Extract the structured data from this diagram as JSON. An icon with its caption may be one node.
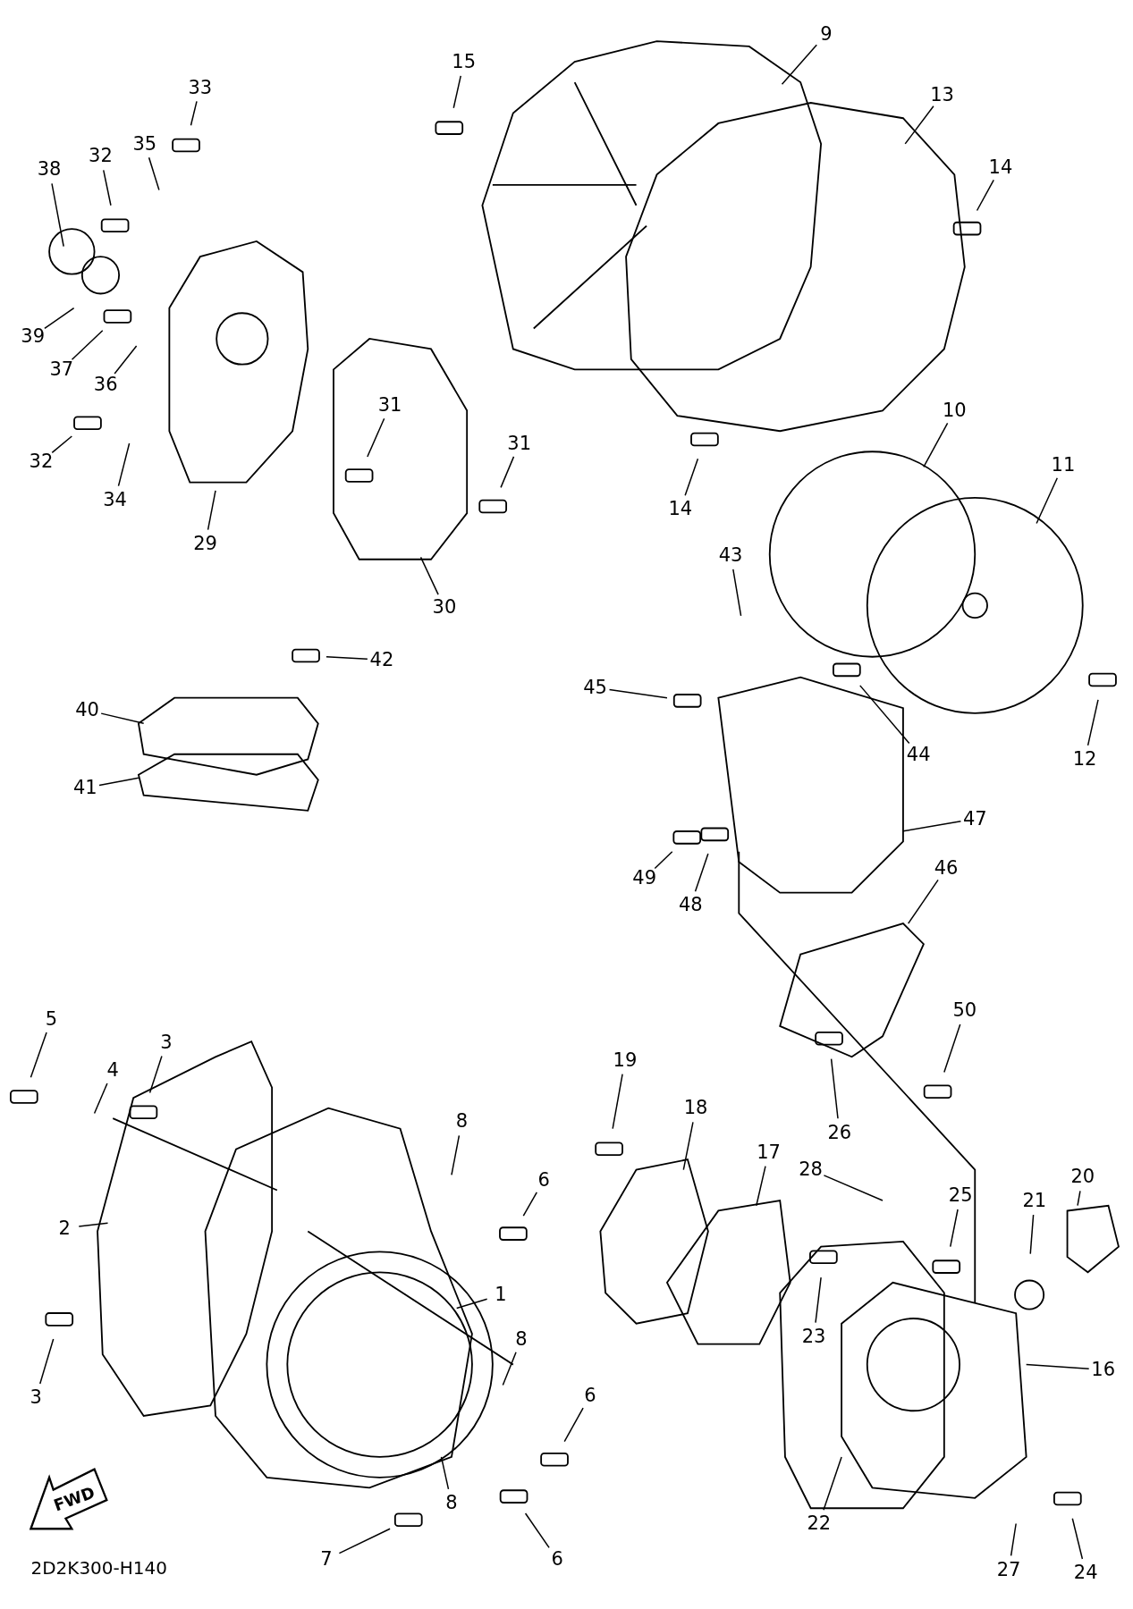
{
  "diagram": {
    "nodes": [
      {
        "text": [
          "33"
        ]
      },
      {
        "text": [
          "32"
        ]
      },
      {
        "text": [
          "35"
        ]
      },
      {
        "text": [
          "38"
        ]
      },
      {
        "text": [
          "39"
        ]
      },
      {
        "text": [
          "37"
        ]
      },
      {
        "text": [
          "36"
        ]
      },
      {
        "text": [
          "32"
        ]
      },
      {
        "text": [
          "34"
        ]
      },
      {
        "text": [
          "29"
        ]
      },
      {
        "text": [
          "31"
        ]
      },
      {
        "text": [
          "31"
        ]
      },
      {
        "text": [
          "30"
        ]
      },
      {
        "text": [
          "15"
        ]
      },
      {
        "text": [
          "9"
        ]
      },
      {
        "text": [
          "13"
        ]
      },
      {
        "text": [
          "14"
        ]
      },
      {
        "text": [
          "14"
        ]
      },
      {
        "text": [
          "10"
        ]
      },
      {
        "text": [
          "11"
        ]
      },
      {
        "text": [
          "43"
        ]
      },
      {
        "text": [
          "42"
        ]
      },
      {
        "text": [
          "40"
        ]
      },
      {
        "text": [
          "41"
        ]
      },
      {
        "text": [
          "45"
        ]
      },
      {
        "text": [
          "44"
        ]
      },
      {
        "text": [
          "12"
        ]
      },
      {
        "text": [
          "47"
        ]
      },
      {
        "text": [
          "49"
        ]
      },
      {
        "text": [
          "48"
        ]
      },
      {
        "text": [
          "46"
        ]
      },
      {
        "text": [
          "50"
        ]
      },
      {
        "text": [
          "26"
        ]
      },
      {
        "text": [
          "5"
        ]
      },
      {
        "text": [
          "3"
        ]
      },
      {
        "text": [
          "4"
        ]
      },
      {
        "text": [
          "8"
        ]
      },
      {
        "text": [
          "6"
        ]
      },
      {
        "text": [
          "2"
        ]
      },
      {
        "text": [
          "1"
        ]
      },
      {
        "text": [
          "3"
        ]
      },
      {
        "text": [
          "8"
        ]
      },
      {
        "text": [
          "6"
        ]
      },
      {
        "text": [
          "8"
        ]
      },
      {
        "text": [
          "6"
        ]
      },
      {
        "text": [
          "7"
        ]
      },
      {
        "text": [
          "19"
        ]
      },
      {
        "text": [
          "18"
        ]
      },
      {
        "text": [
          "17"
        ]
      },
      {
        "text": [
          "28"
        ]
      },
      {
        "text": [
          "25"
        ]
      },
      {
        "text": [
          "20"
        ]
      },
      {
        "text": [
          "21"
        ]
      },
      {
        "text": [
          "23"
        ]
      },
      {
        "text": [
          "16"
        ]
      },
      {
        "text": [
          "22"
        ]
      },
      {
        "text": [
          "27"
        ]
      },
      {
        "text": [
          "24"
        ]
      }
    ],
    "edges": [
      {
        "from": 0,
        "to": null,
        "arrow": "none"
      },
      {
        "from": 1,
        "to": null,
        "arrow": "none"
      },
      {
        "from": 2,
        "to": null,
        "arrow": "none"
      },
      {
        "from": 3,
        "to": null,
        "arrow": "none"
      },
      {
        "from": 4,
        "to": null,
        "arrow": "none"
      },
      {
        "from": 5,
        "to": null,
        "arrow": "none"
      },
      {
        "from": 6,
        "to": null,
        "arrow": "none"
      },
      {
        "from": 7,
        "to": null,
        "arrow": "none"
      },
      {
        "from": 8,
        "to": null,
        "arrow": "none"
      },
      {
        "from": 9,
        "to": null,
        "arrow": "none"
      },
      {
        "from": 10,
        "to": null,
        "arrow": "none"
      },
      {
        "from": 11,
        "to": null,
        "arrow": "none"
      },
      {
        "from": 12,
        "to": null,
        "arrow": "none"
      },
      {
        "from": 13,
        "to": null,
        "arrow": "none"
      },
      {
        "from": 14,
        "to": null,
        "arrow": "none"
      },
      {
        "from": 15,
        "to": null,
        "arrow": "none"
      },
      {
        "from": 16,
        "to": null,
        "arrow": "none"
      },
      {
        "from": 17,
        "to": null,
        "arrow": "none"
      },
      {
        "from": 18,
        "to": null,
        "arrow": "none"
      },
      {
        "from": 19,
        "to": null,
        "arrow": "none"
      },
      {
        "from": 20,
        "to": null,
        "arrow": "none"
      },
      {
        "from": 21,
        "to": null,
        "arrow": "none"
      },
      {
        "from": 22,
        "to": null,
        "arrow": "none"
      },
      {
        "from": 23,
        "to": null,
        "arrow": "none"
      },
      {
        "from": 24,
        "to": null,
        "arrow": "none"
      },
      {
        "from": 25,
        "to": null,
        "arrow": "none"
      },
      {
        "from": 26,
        "to": null,
        "arrow": "none"
      },
      {
        "from": 27,
        "to": null,
        "arrow": "none"
      },
      {
        "from": 28,
        "to": null,
        "arrow": "none"
      },
      {
        "from": 29,
        "to": null,
        "arrow": "none"
      },
      {
        "from": 30,
        "to": null,
        "arrow": "none"
      },
      {
        "from": 31,
        "to": null,
        "arrow": "none"
      },
      {
        "from": 32,
        "to": null,
        "arrow": "none"
      },
      {
        "from": 33,
        "to": null,
        "arrow": "none"
      },
      {
        "from": 34,
        "to": null,
        "arrow": "none"
      },
      {
        "from": 35,
        "to": null,
        "arrow": "none"
      },
      {
        "from": 36,
        "to": null,
        "arrow": "none"
      },
      {
        "from": 37,
        "to": null,
        "arrow": "none"
      },
      {
        "from": 38,
        "to": null,
        "arrow": "none"
      },
      {
        "from": 39,
        "to": null,
        "arrow": "none"
      },
      {
        "from": 40,
        "to": null,
        "arrow": "none"
      },
      {
        "from": 41,
        "to": null,
        "arrow": "none"
      },
      {
        "from": 42,
        "to": null,
        "arrow": "none"
      },
      {
        "from": 43,
        "to": null,
        "arrow": "none"
      },
      {
        "from": 44,
        "to": null,
        "arrow": "none"
      },
      {
        "from": 45,
        "to": null,
        "arrow": "none"
      },
      {
        "from": 46,
        "to": null,
        "arrow": "none"
      },
      {
        "from": 47,
        "to": null,
        "arrow": "none"
      },
      {
        "from": 48,
        "to": null,
        "arrow": "none"
      },
      {
        "from": 49,
        "to": null,
        "arrow": "none"
      },
      {
        "from": 50,
        "to": null,
        "arrow": "none"
      },
      {
        "from": 51,
        "to": null,
        "arrow": "none"
      },
      {
        "from": 52,
        "to": null,
        "arrow": "none"
      },
      {
        "from": 53,
        "to": null,
        "arrow": "none"
      },
      {
        "from": 54,
        "to": null,
        "arrow": "none"
      },
      {
        "from": 55,
        "to": null,
        "arrow": "none"
      },
      {
        "from": 56,
        "to": null,
        "arrow": "none"
      },
      {
        "from": 57,
        "to": null,
        "arrow": "none"
      }
    ],
    "labels": [
      "FWD",
      "2D2K300-H140"
    ]
  }
}
